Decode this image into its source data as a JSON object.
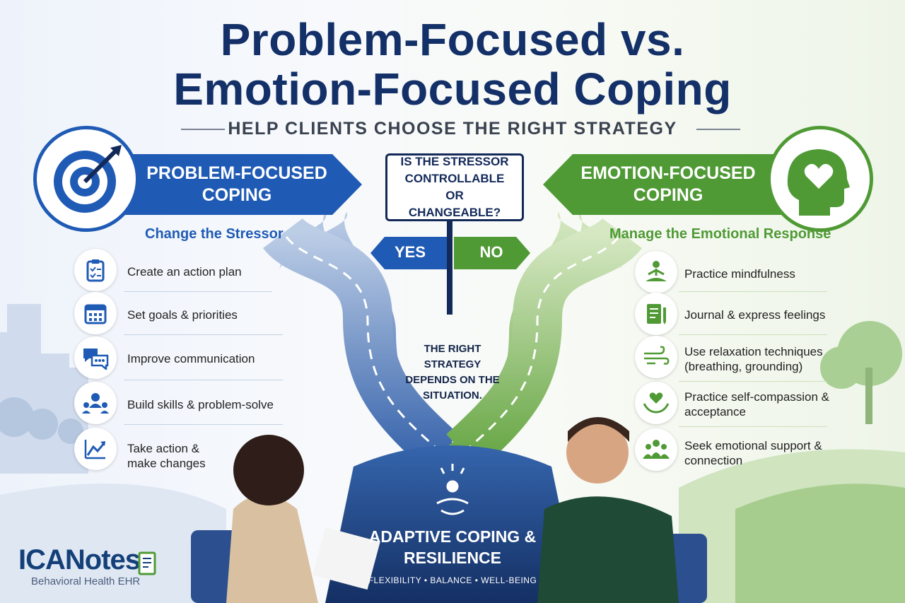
{
  "title_line1": "Problem-Focused vs.",
  "title_line2": "Emotion-Focused Coping",
  "subtitle": "HELP CLIENTS CHOOSE THE RIGHT STRATEGY",
  "question": "IS THE STRESSOR CONTROLLABLE OR CHANGEABLE?",
  "yes": "YES",
  "no": "NO",
  "problem": {
    "banner": "PROBLEM-FOCUSED COPING",
    "heading": "Change the Stressor",
    "items": [
      {
        "label": "Create an action plan",
        "icon": "clipboard-icon"
      },
      {
        "label": "Set goals & priorities",
        "icon": "calendar-icon"
      },
      {
        "label": "Improve communication",
        "icon": "chat-bubbles-icon"
      },
      {
        "label": "Build skills & problem-solve",
        "icon": "people-network-icon"
      },
      {
        "label": "Take action & make changes",
        "icon": "trend-up-icon"
      }
    ],
    "color": "#1f5bb5"
  },
  "emotion": {
    "banner": "EMOTION-FOCUSED COPING",
    "heading": "Manage the Emotional Response",
    "items": [
      {
        "label": "Practice mindfulness",
        "icon": "meditation-icon"
      },
      {
        "label": "Journal & express feelings",
        "icon": "journal-icon"
      },
      {
        "label": "Use relaxation techniques (breathing, grounding)",
        "icon": "wind-icon"
      },
      {
        "label": "Practice self-compassion & acceptance",
        "icon": "heart-hands-icon"
      },
      {
        "label": "Seek emotional support & connection",
        "icon": "support-group-icon"
      }
    ],
    "color": "#4f9a35"
  },
  "center_note": "THE RIGHT STRATEGY DEPENDS ON THE SITUATION.",
  "outcome": {
    "title": "ADAPTIVE COPING & RESILIENCE",
    "subtitle": "FLEXIBILITY • BALANCE • WELL-BEING"
  },
  "logo": {
    "name": "ICANotes",
    "tagline": "Behavioral Health EHR"
  }
}
